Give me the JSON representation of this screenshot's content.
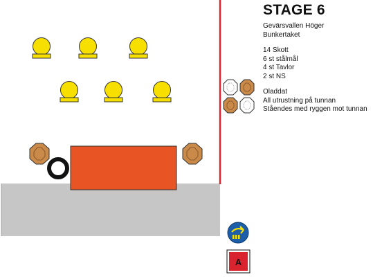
{
  "stage": {
    "title": "STAGE 6",
    "location_lines": [
      "Gevärsvallen Höger",
      "Bunkertaket"
    ],
    "stats_lines": [
      "14 Skott",
      "6 st stålmål",
      "4 st Tavlor",
      "2 st NS"
    ],
    "notes_lines": [
      "Oladdat",
      "All utrustning på tunnan",
      "Ståendes med ryggen mot tunnan"
    ]
  },
  "start_marker": {
    "label": "A"
  },
  "icons": {
    "steel_target": "steel-popper-icon",
    "paper_target": "paper-target-icon",
    "no_shoot": "no-shoot-target-icon",
    "barrel": "barrel-icon",
    "tire": "tire-icon",
    "direction": "walk-direction-icon"
  },
  "colors": {
    "steel": "#f7e000",
    "paper": "#c98a4a",
    "barrel": "#e85423",
    "ground": "#c6c6c6",
    "fault_line": "#d9232e",
    "direction_bg": "#1d5ea8",
    "direction_arrow": "#f7e000",
    "start_box": "#d9232e"
  }
}
